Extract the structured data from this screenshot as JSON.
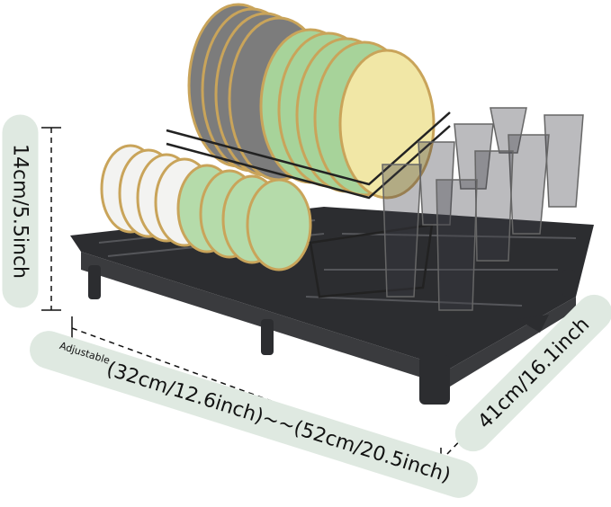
{
  "labels": {
    "height": "14cm/5.5inch",
    "width_prefix": "Adjustable",
    "width": "(32cm/12.6inch)~~(52cm/20.5inch)",
    "depth": "41cm/16.1inch"
  },
  "colors": {
    "pill": "#dfe9e1",
    "rack": "#2c2d30",
    "plate_green": "#a7d39a",
    "plate_yellow": "#f1e7a6",
    "plate_rim": "#c9a45a"
  }
}
